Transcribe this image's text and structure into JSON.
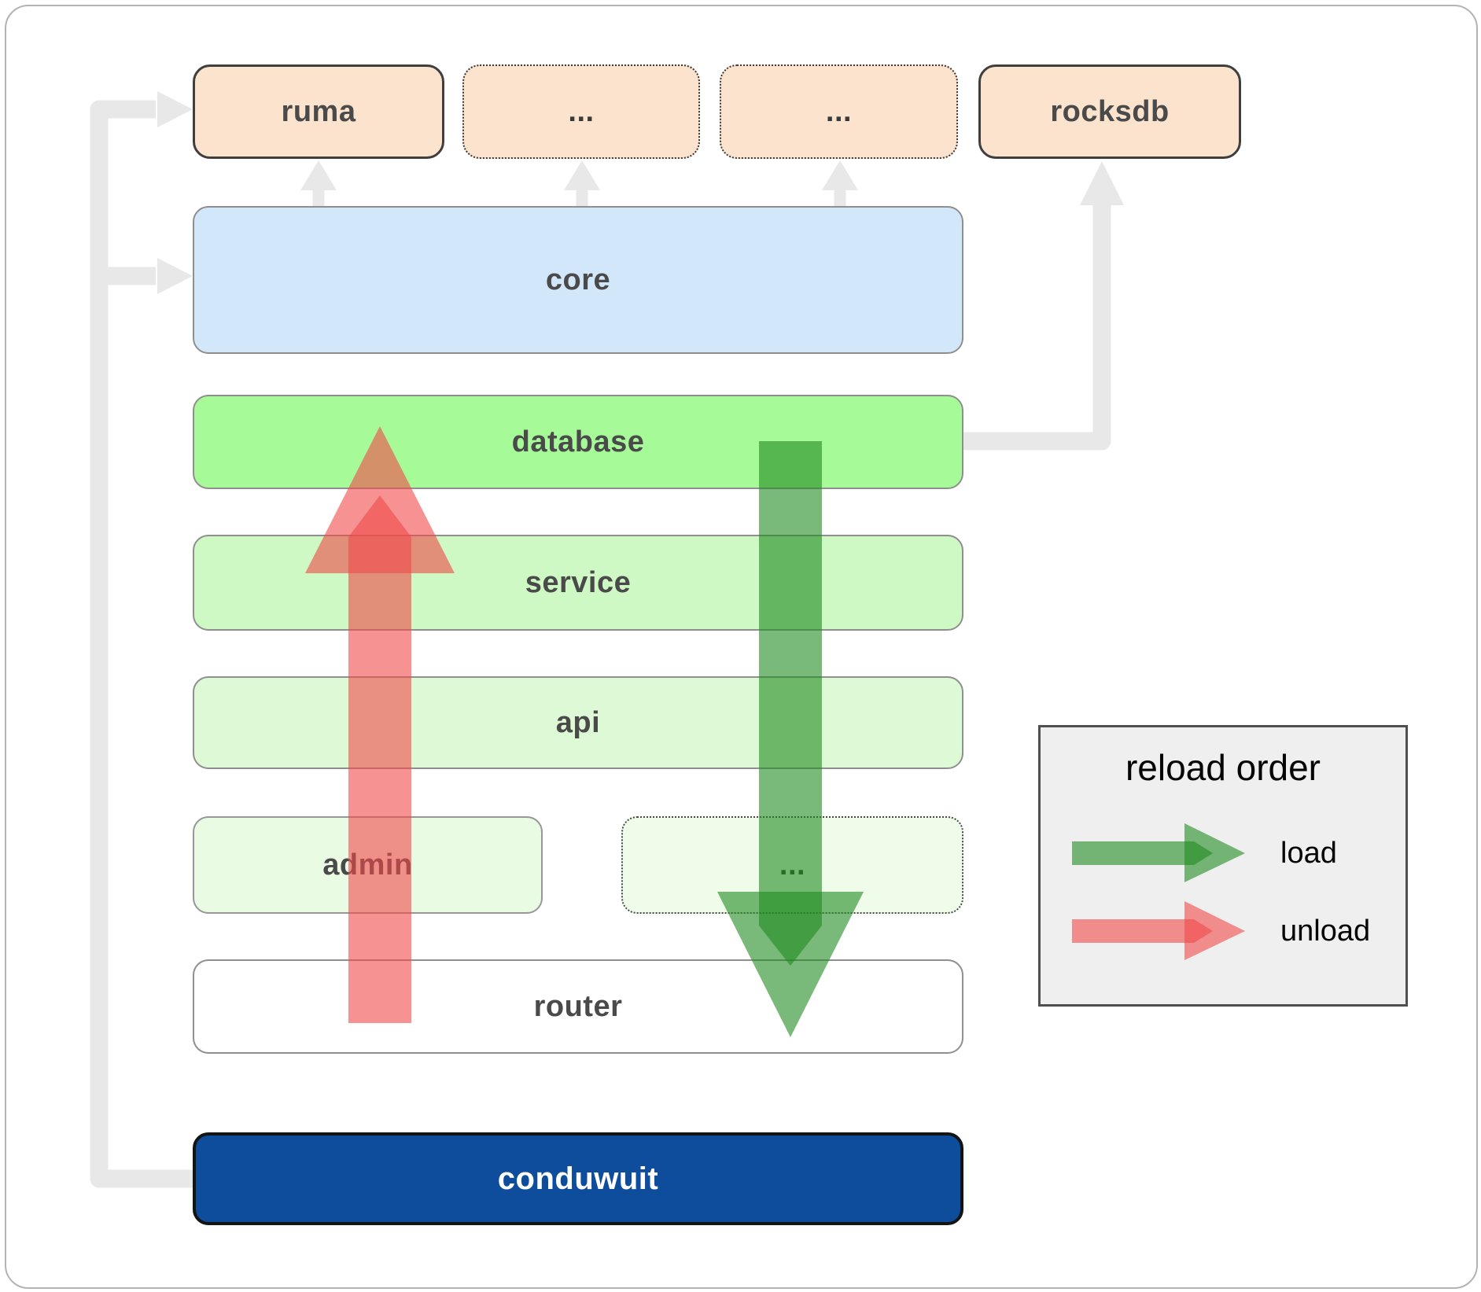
{
  "diagram": {
    "top_row": [
      {
        "label": "ruma"
      },
      {
        "label": "..."
      },
      {
        "label": "..."
      },
      {
        "label": "rocksdb"
      }
    ],
    "boxes": {
      "ruma": "ruma",
      "ellipsis1": "...",
      "ellipsis2": "...",
      "rocksdb": "rocksdb",
      "core": "core",
      "database": "database",
      "service": "service",
      "api": "api",
      "admin": "admin",
      "ellipsis3": "...",
      "router": "router",
      "conduwuit": "conduwuit"
    }
  },
  "legend": {
    "title": "reload order",
    "load_label": "load",
    "unload_label": "unload"
  },
  "colors": {
    "load_arrow_green": "#1f8b1f",
    "unload_arrow_red": "#f04a4a",
    "arrow_opacity": "0.6",
    "connector_gray": "#e8e8e8",
    "peach_box": "#fce3cd",
    "core_blue": "#d3e7fb",
    "database_green": "#a7fa98",
    "service_green": "#cef8c4",
    "api_green": "#def9d5",
    "admin_green": "#eafbe4",
    "router_white": "#ffffff",
    "conduwuit_blue": "#0e4c9c",
    "legend_bg": "#efefef",
    "label_text": "#4a4a4a"
  }
}
